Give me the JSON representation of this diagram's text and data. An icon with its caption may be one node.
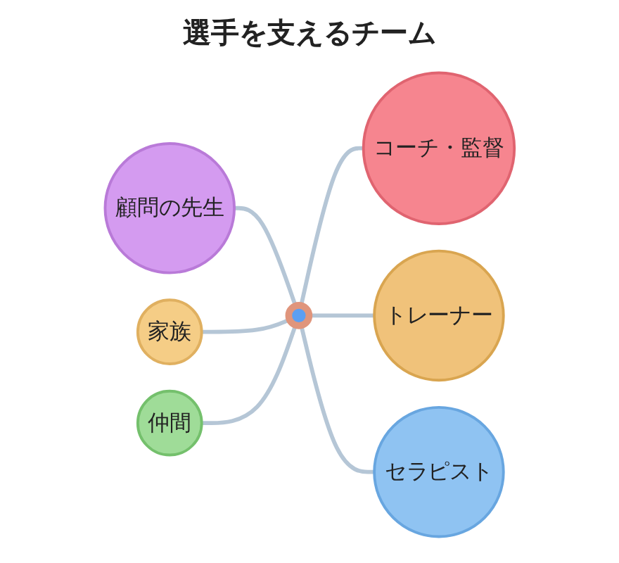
{
  "diagram": {
    "title": "選手を支えるチーム",
    "nodes": [
      {
        "text": [
          "顧問の先生"
        ]
      },
      {
        "text": [
          "家族"
        ]
      },
      {
        "text": [
          "仲間"
        ]
      },
      {
        "text": [],
        "shape": "circle"
      },
      {
        "text": [
          "コーチ・監督"
        ]
      },
      {
        "text": [
          "トレーナー"
        ]
      },
      {
        "text": [
          "セラピスト"
        ]
      }
    ],
    "edges": [
      {
        "from": 0,
        "to": 3,
        "arrow": "none"
      },
      {
        "from": 1,
        "to": 3,
        "arrow": "none"
      },
      {
        "from": 2,
        "to": 3,
        "arrow": "none"
      },
      {
        "from": 3,
        "to": 4,
        "arrow": "none"
      },
      {
        "from": 3,
        "to": 5,
        "arrow": "none"
      },
      {
        "from": 3,
        "to": 6,
        "arrow": "none"
      }
    ]
  }
}
